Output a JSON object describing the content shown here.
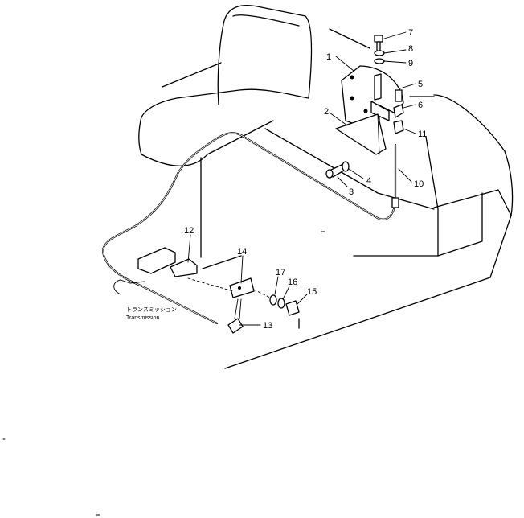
{
  "callouts": [
    {
      "id": "1",
      "label": "1"
    },
    {
      "id": "2",
      "label": "2"
    },
    {
      "id": "3",
      "label": "3"
    },
    {
      "id": "4",
      "label": "4"
    },
    {
      "id": "5",
      "label": "5"
    },
    {
      "id": "6",
      "label": "6"
    },
    {
      "id": "7",
      "label": "7"
    },
    {
      "id": "8",
      "label": "8"
    },
    {
      "id": "9",
      "label": "9"
    },
    {
      "id": "10",
      "label": "10"
    },
    {
      "id": "11",
      "label": "11"
    },
    {
      "id": "12",
      "label": "12"
    },
    {
      "id": "13",
      "label": "13"
    },
    {
      "id": "14",
      "label": "14"
    },
    {
      "id": "15",
      "label": "15"
    },
    {
      "id": "16",
      "label": "16"
    },
    {
      "id": "17",
      "label": "17"
    }
  ],
  "captions": {
    "transmission_jp": "トランスミッション",
    "transmission_en": "Transmission"
  }
}
